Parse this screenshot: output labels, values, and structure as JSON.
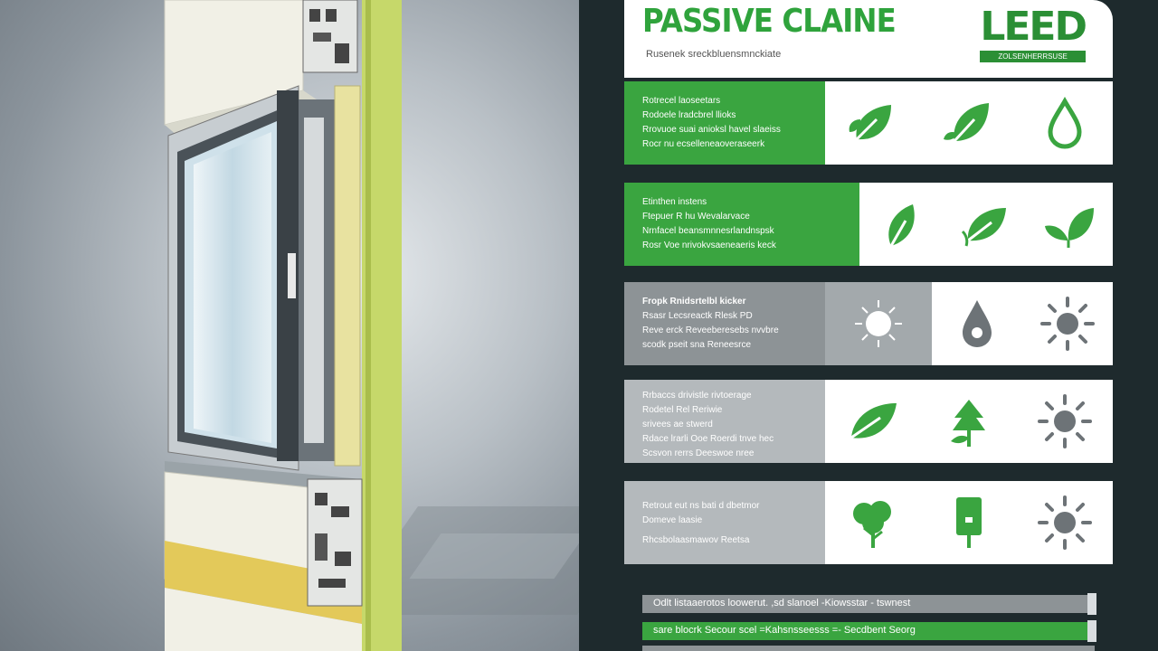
{
  "header": {
    "title": "PASSIVE CLAINE",
    "subtitle": "Rusenek sreckbluensmnckiate",
    "logo_text": "LEED",
    "logo_badge": "ZOLSENHERRSUSE"
  },
  "rows": [
    {
      "id": "row-1",
      "theme": "green",
      "lines": [
        "Rotrecel laoseetars",
        "Rodoele lradcbrel llioks",
        "Rrovuoe suai anioksl havel slaeiss",
        "Rocr nu ecselleneaoveraseerk"
      ],
      "icons": [
        "leaf-icon",
        "leaf-icon",
        "water-drop-icon"
      ]
    },
    {
      "id": "row-2",
      "theme": "green",
      "lines": [
        "Etinthen instens",
        "Ftepuer R hu Wevalarvace",
        "Nrnfacel beansmnnesrlandnspsk",
        "Rosr Voe nrivokvsaeneaeris keck"
      ],
      "icons": [
        "leaf-icon",
        "leaf-icon",
        "leaf-icon"
      ]
    },
    {
      "id": "row-3",
      "theme": "gray",
      "lines": [
        "Fropk Rnidsrtelbl kicker",
        "Rsasr Lecsreactk Rlesk PD",
        "Reve erck Reveeberesebs nvvbre",
        "scodk pseit sna Reneesrce"
      ],
      "icons": [
        "sun-glare-icon",
        "water-drop-icon",
        "sun-icon"
      ]
    },
    {
      "id": "row-4",
      "theme": "lightgray",
      "lines": [
        "Rrbaccs drivistle rivtoerage",
        "Rodetel Rel Reriwie",
        "srivees ae stwerd",
        "Rdace lrarli Ooe Roerdi tnve hec",
        "Scsvon rerrs Deeswoe nree"
      ],
      "icons": [
        "leaf-icon",
        "plant-icon",
        "sun-icon"
      ]
    },
    {
      "id": "row-5",
      "theme": "lightgray",
      "lines": [
        "Retrout eut ns bati d dbetmor",
        "Domeve laasie",
        "Rhcsbolaasmawov Reetsa"
      ],
      "icons": [
        "tree-icon",
        "phone-plant-icon",
        "sun-icon"
      ]
    }
  ],
  "bars": [
    {
      "text": "Odlt listaaerotos loowerut. ,sd slanoel -Kiowsstar - tswnest",
      "theme": "gray"
    },
    {
      "text": "sare blocrk Secour scel =Kahsnsseesss =- Secdbent Seorg",
      "theme": "green"
    },
    {
      "text": "",
      "theme": "gray"
    }
  ],
  "colors": {
    "green": "#3aa540",
    "gray": "#8d9396",
    "lightgray": "#b4b9bc",
    "dark": "#1e2a2d",
    "insulation_yellow": "#e8e2a0",
    "lime_membrane": "#c6d86a"
  }
}
